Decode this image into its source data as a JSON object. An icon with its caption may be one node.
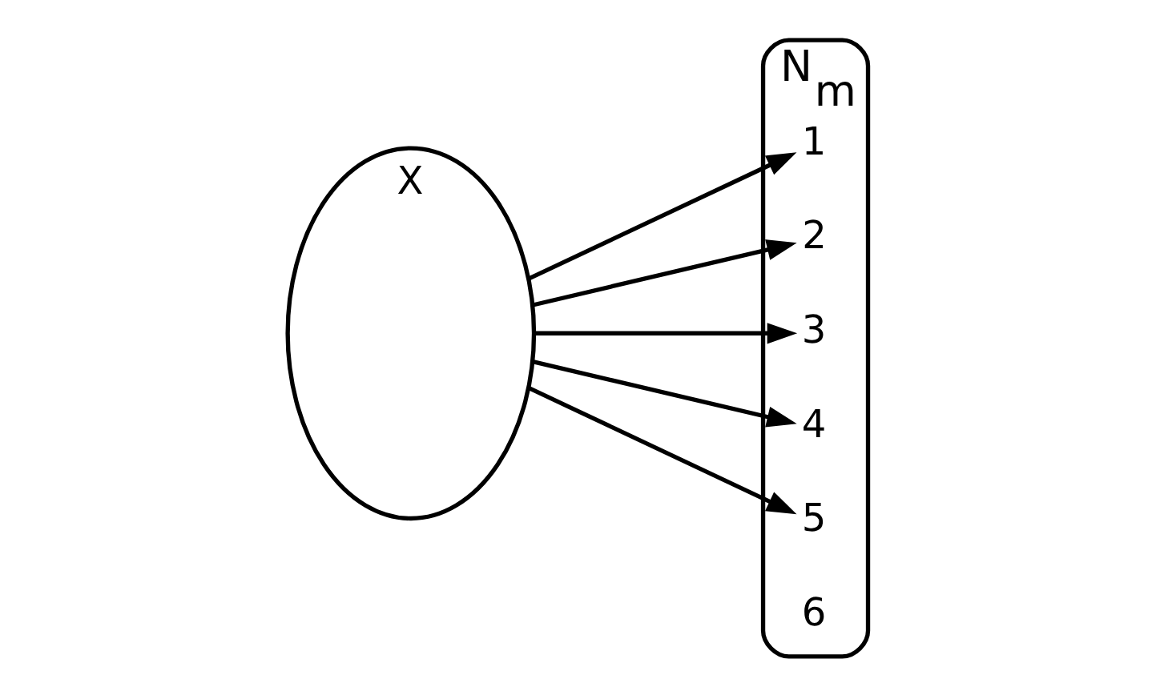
{
  "diagram": {
    "nodes": [
      {
        "text": [
          "X"
        ]
      },
      {
        "text": [
          "N$_{m}$"
        ]
      },
      {
        "text": [
          "1"
        ],
        "in": 1
      },
      {
        "text": [
          "2"
        ],
        "in": 1
      },
      {
        "text": [
          "3"
        ],
        "in": 1
      },
      {
        "text": [
          "4"
        ],
        "in": 1
      },
      {
        "text": [
          "5"
        ],
        "in": 1
      },
      {
        "text": [
          "6"
        ],
        "in": 1
      }
    ],
    "edges": [
      {
        "from": 0,
        "to": 2,
        "arrow": "to"
      },
      {
        "from": 0,
        "to": 3,
        "arrow": "to"
      },
      {
        "from": 0,
        "to": 4,
        "arrow": "to"
      },
      {
        "from": 0,
        "to": 5,
        "arrow": "to"
      },
      {
        "from": 0,
        "to": 6,
        "arrow": "to"
      }
    ]
  }
}
